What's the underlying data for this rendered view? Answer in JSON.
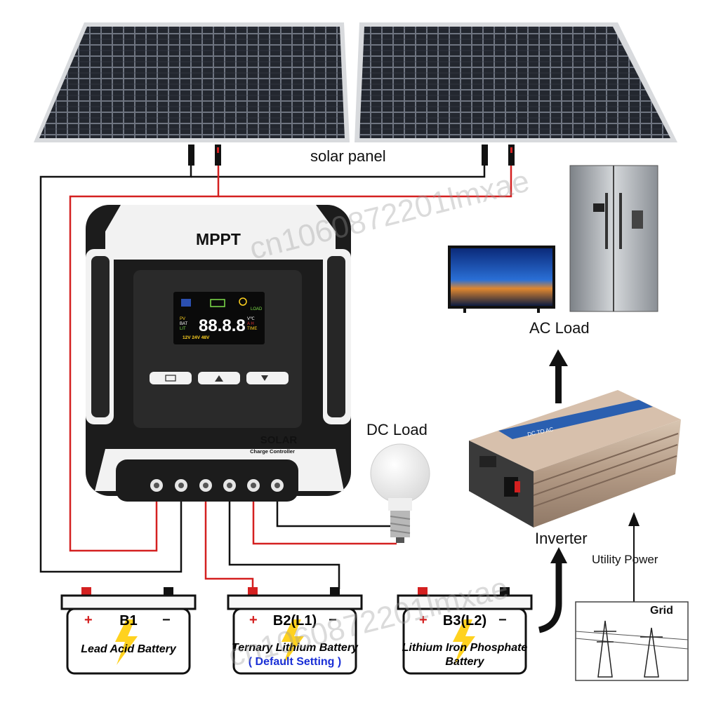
{
  "labels": {
    "solar_panel": "solar panel",
    "ac_load": "AC Load",
    "dc_load": "DC Load",
    "inverter": "Inverter",
    "utility_power": "Utility Power",
    "grid": "Grid"
  },
  "controller": {
    "brand": "MPPT",
    "product_line1": "SOLAR",
    "product_line2": "Charge Controller",
    "lcd_digits": "88.8.8",
    "lcd_left": [
      "PV",
      "BAT",
      "LIT"
    ],
    "lcd_right": [
      "V℃",
      "A H",
      "TIME"
    ],
    "lcd_load": "LOAD",
    "lcd_voltages": "12V 24V 48V"
  },
  "inverter_brand": "DC TO AC",
  "batteries": [
    {
      "title": "B1",
      "name": "Lead Acid Battery",
      "note": ""
    },
    {
      "title": "B2(L1)",
      "name": "Ternary Lithium Battery",
      "note": "( Default Setting )"
    },
    {
      "title": "B3(L2)",
      "name": "Lithium Iron Phosphate",
      "note": "Battery"
    }
  ],
  "terminal_signs": {
    "plus": "+",
    "minus": "−"
  },
  "watermark": "cn1060872201lmxae",
  "colors": {
    "wire_red": "#d42020",
    "wire_black": "#111111",
    "controller_black": "#1c1c1c",
    "controller_white": "#f2f2f2",
    "lcd_bg": "#0a0a0a",
    "lcd_green": "#7ee04a",
    "bolt_yellow": "#ffd21f",
    "note_blue": "#1a2fd6"
  }
}
